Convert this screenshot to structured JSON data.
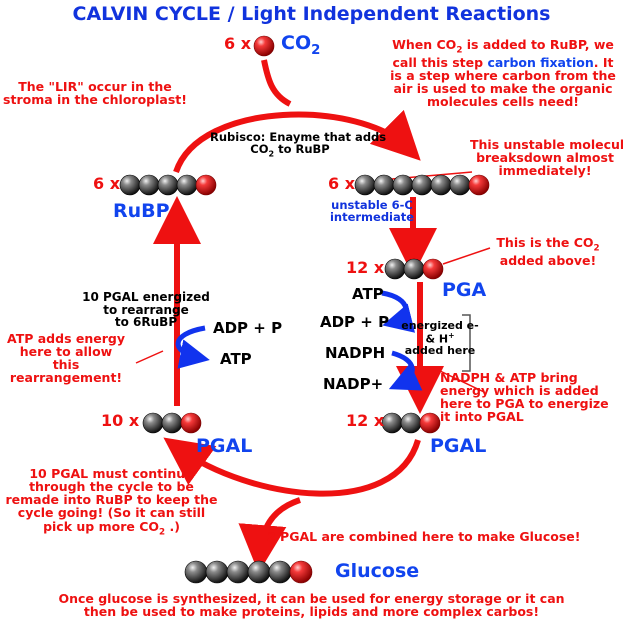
{
  "title": "CALVIN CYCLE / Light Independent Reactions",
  "top_input": {
    "count": "6 x",
    "molecule": "CO",
    "subscript": "2"
  },
  "notes": {
    "lir_location": [
      "The \"LIR\" occur in the",
      "stroma in the chloroplast!"
    ],
    "carbon_fixation": {
      "line1": "When CO",
      "line1_sub": "2",
      "line1_end": " is added to RuBP, we",
      "line2_start": "call this step ",
      "line2_highlight": "carbon fixation",
      "line2_end": ".  It",
      "line3": "is a step where carbon from the",
      "line4": "air is used to make the organic",
      "line5": "molecules cells need!"
    },
    "rubisco": {
      "line1": "Rubisco: Enayme that adds",
      "line2": "CO",
      "line2_sub": "2",
      "line2_end": " to RuBP"
    },
    "unstable_molecule": [
      "This unstable molecule",
      "breaksdown almost",
      "immediately!"
    ],
    "co2_above": {
      "line1": "This is the CO",
      "line1_sub": "2",
      "line2": "added above!"
    },
    "pgal_energized": [
      "10 PGAL energized",
      "to rearrange",
      "to 6RuBP"
    ],
    "atp_energy": [
      "ATP adds energy",
      "here to allow",
      "this",
      "rearrangement!"
    ],
    "energized_e": [
      "energized e-",
      "& H",
      "added here"
    ],
    "nadph_atp": [
      "NADPH & ATP bring",
      "energy which is added",
      "here to PGA to energize",
      "it into PGAL"
    ],
    "pgal_continue": [
      "10 PGAL must continue",
      "through the cycle to be",
      "remade into RuBP to keep the",
      "cycle going! (So it can still",
      "pick up more CO"
    ],
    "pgal_continue_sub": "2",
    "pgal_continue_end": " .)",
    "glucose_combine": "2 PGAL are combined here to make Glucose!",
    "glucose_use": [
      "Once glucose is synthesized, it can be used for energy storage or it can",
      "then be used to make proteins, lipids and more complex carbos!"
    ]
  },
  "molecules": {
    "rubp": {
      "count": "6 x",
      "label": "RuBP"
    },
    "intermediate": {
      "count": "6 x",
      "label": [
        "unstable 6-C",
        "intermediate"
      ]
    },
    "pga": {
      "count": "12 x",
      "label": "PGA"
    },
    "pgal_right": {
      "count": "12 x",
      "label": "PGAL"
    },
    "pgal_left": {
      "count": "10 x",
      "label": "PGAL"
    },
    "glucose": {
      "label": "Glucose"
    }
  },
  "cofactors": {
    "right_atp": "ATP",
    "right_adp": "ADP + P",
    "right_nadph": "NADPH",
    "right_nadp": "NADP+",
    "left_adp": "ADP + P",
    "left_atp": "ATP",
    "plus_sup": "+"
  },
  "colors": {
    "arrow_red": "#ee1111",
    "label_blue": "#1133dd",
    "carbon_dark": "#222222",
    "carbon_red": "#ee1111"
  },
  "icons": [
    "carbon-atom-sphere",
    "red-atom-sphere",
    "red-cycle-arrow",
    "blue-curved-arrow"
  ]
}
